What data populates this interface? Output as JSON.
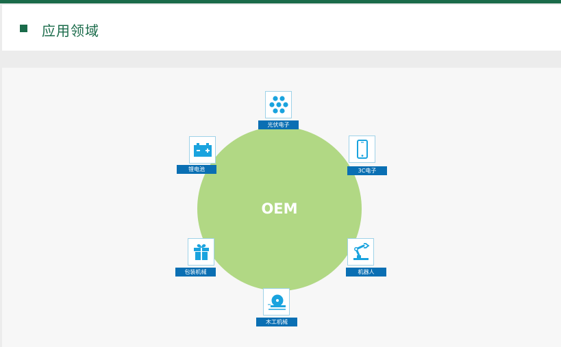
{
  "section": {
    "title": "应用领域",
    "accent_color": "#1a6b4a"
  },
  "diagram": {
    "center_label": "OEM",
    "circle_color": "#b1d884",
    "label_color": "#0a6fb3",
    "icon_color": "#1aa3de",
    "items": [
      {
        "label": "光伏电子",
        "icon": "solar-cells-icon"
      },
      {
        "label": "3C电子",
        "icon": "smartphone-icon"
      },
      {
        "label": "机器人",
        "icon": "robot-arm-icon"
      },
      {
        "label": "木工机械",
        "icon": "saw-blade-icon"
      },
      {
        "label": "包装机械",
        "icon": "gift-box-icon"
      },
      {
        "label": "锂电池",
        "icon": "battery-icon"
      }
    ]
  }
}
